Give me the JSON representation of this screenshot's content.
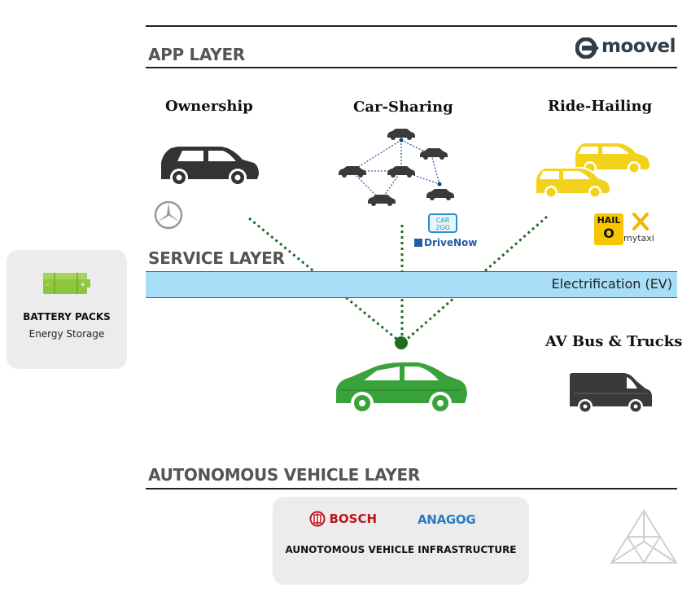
{
  "app_layer": {
    "title": "APP LAYER",
    "brand": "moovel"
  },
  "columns": [
    {
      "title": "Ownership"
    },
    {
      "title": "Car-Sharing"
    },
    {
      "title": "Ride-Hailing"
    }
  ],
  "service_layer": {
    "title": "SERVICE LAYER",
    "band_label": "Electrification (EV)"
  },
  "logos": {
    "car2go": "CAR 2GO",
    "drivenow": "DriveNow",
    "hail": "HAIL",
    "hail_o": "O",
    "mytaxi": "mytaxi",
    "bosch": "BOSCH",
    "anagog": "ANAGOG"
  },
  "battery": {
    "title": "BATTERY PACKS",
    "subtitle": "Energy Storage"
  },
  "av_bus": {
    "title": "AV Bus & Trucks"
  },
  "av_layer": {
    "title": "AUTONOMOUS VEHICLE LAYER"
  },
  "infra": {
    "title": "AUNOTOMOUS VEHICLE INFRASTRUCTURE"
  },
  "colors": {
    "ev_band": "#a8def7",
    "ev_green": "#3aa23a",
    "taxi_yellow": "#f2d21b",
    "dot_green": "#1f6e1f"
  }
}
